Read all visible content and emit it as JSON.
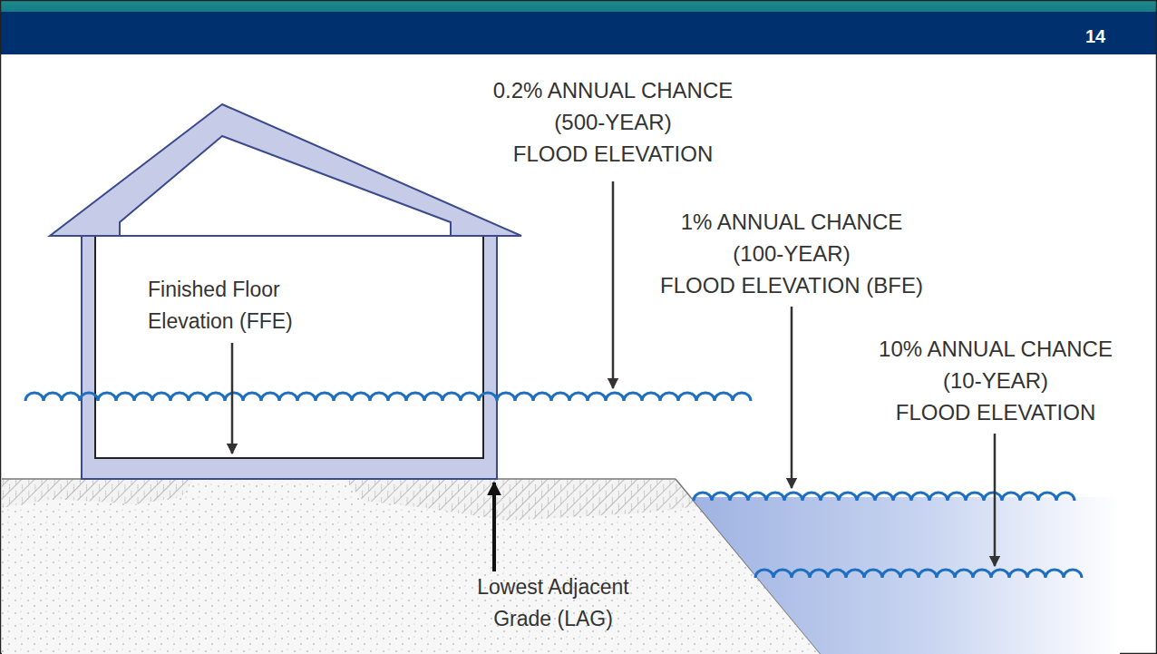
{
  "diagram": {
    "labels": [
      "14",
      "0.2% ANNUAL CHANCE (500-YEAR) FLOOD ELEVATION",
      "Finished Floor Elevation (FFE)",
      "1% ANNUAL CHANCE (100-YEAR) FLOOD ELEVATION (BFE)",
      "10% ANNUAL CHANCE (10-YEAR) FLOOD ELEVATION",
      "Lowest Adjacent Grade (LAG)"
    ]
  }
}
